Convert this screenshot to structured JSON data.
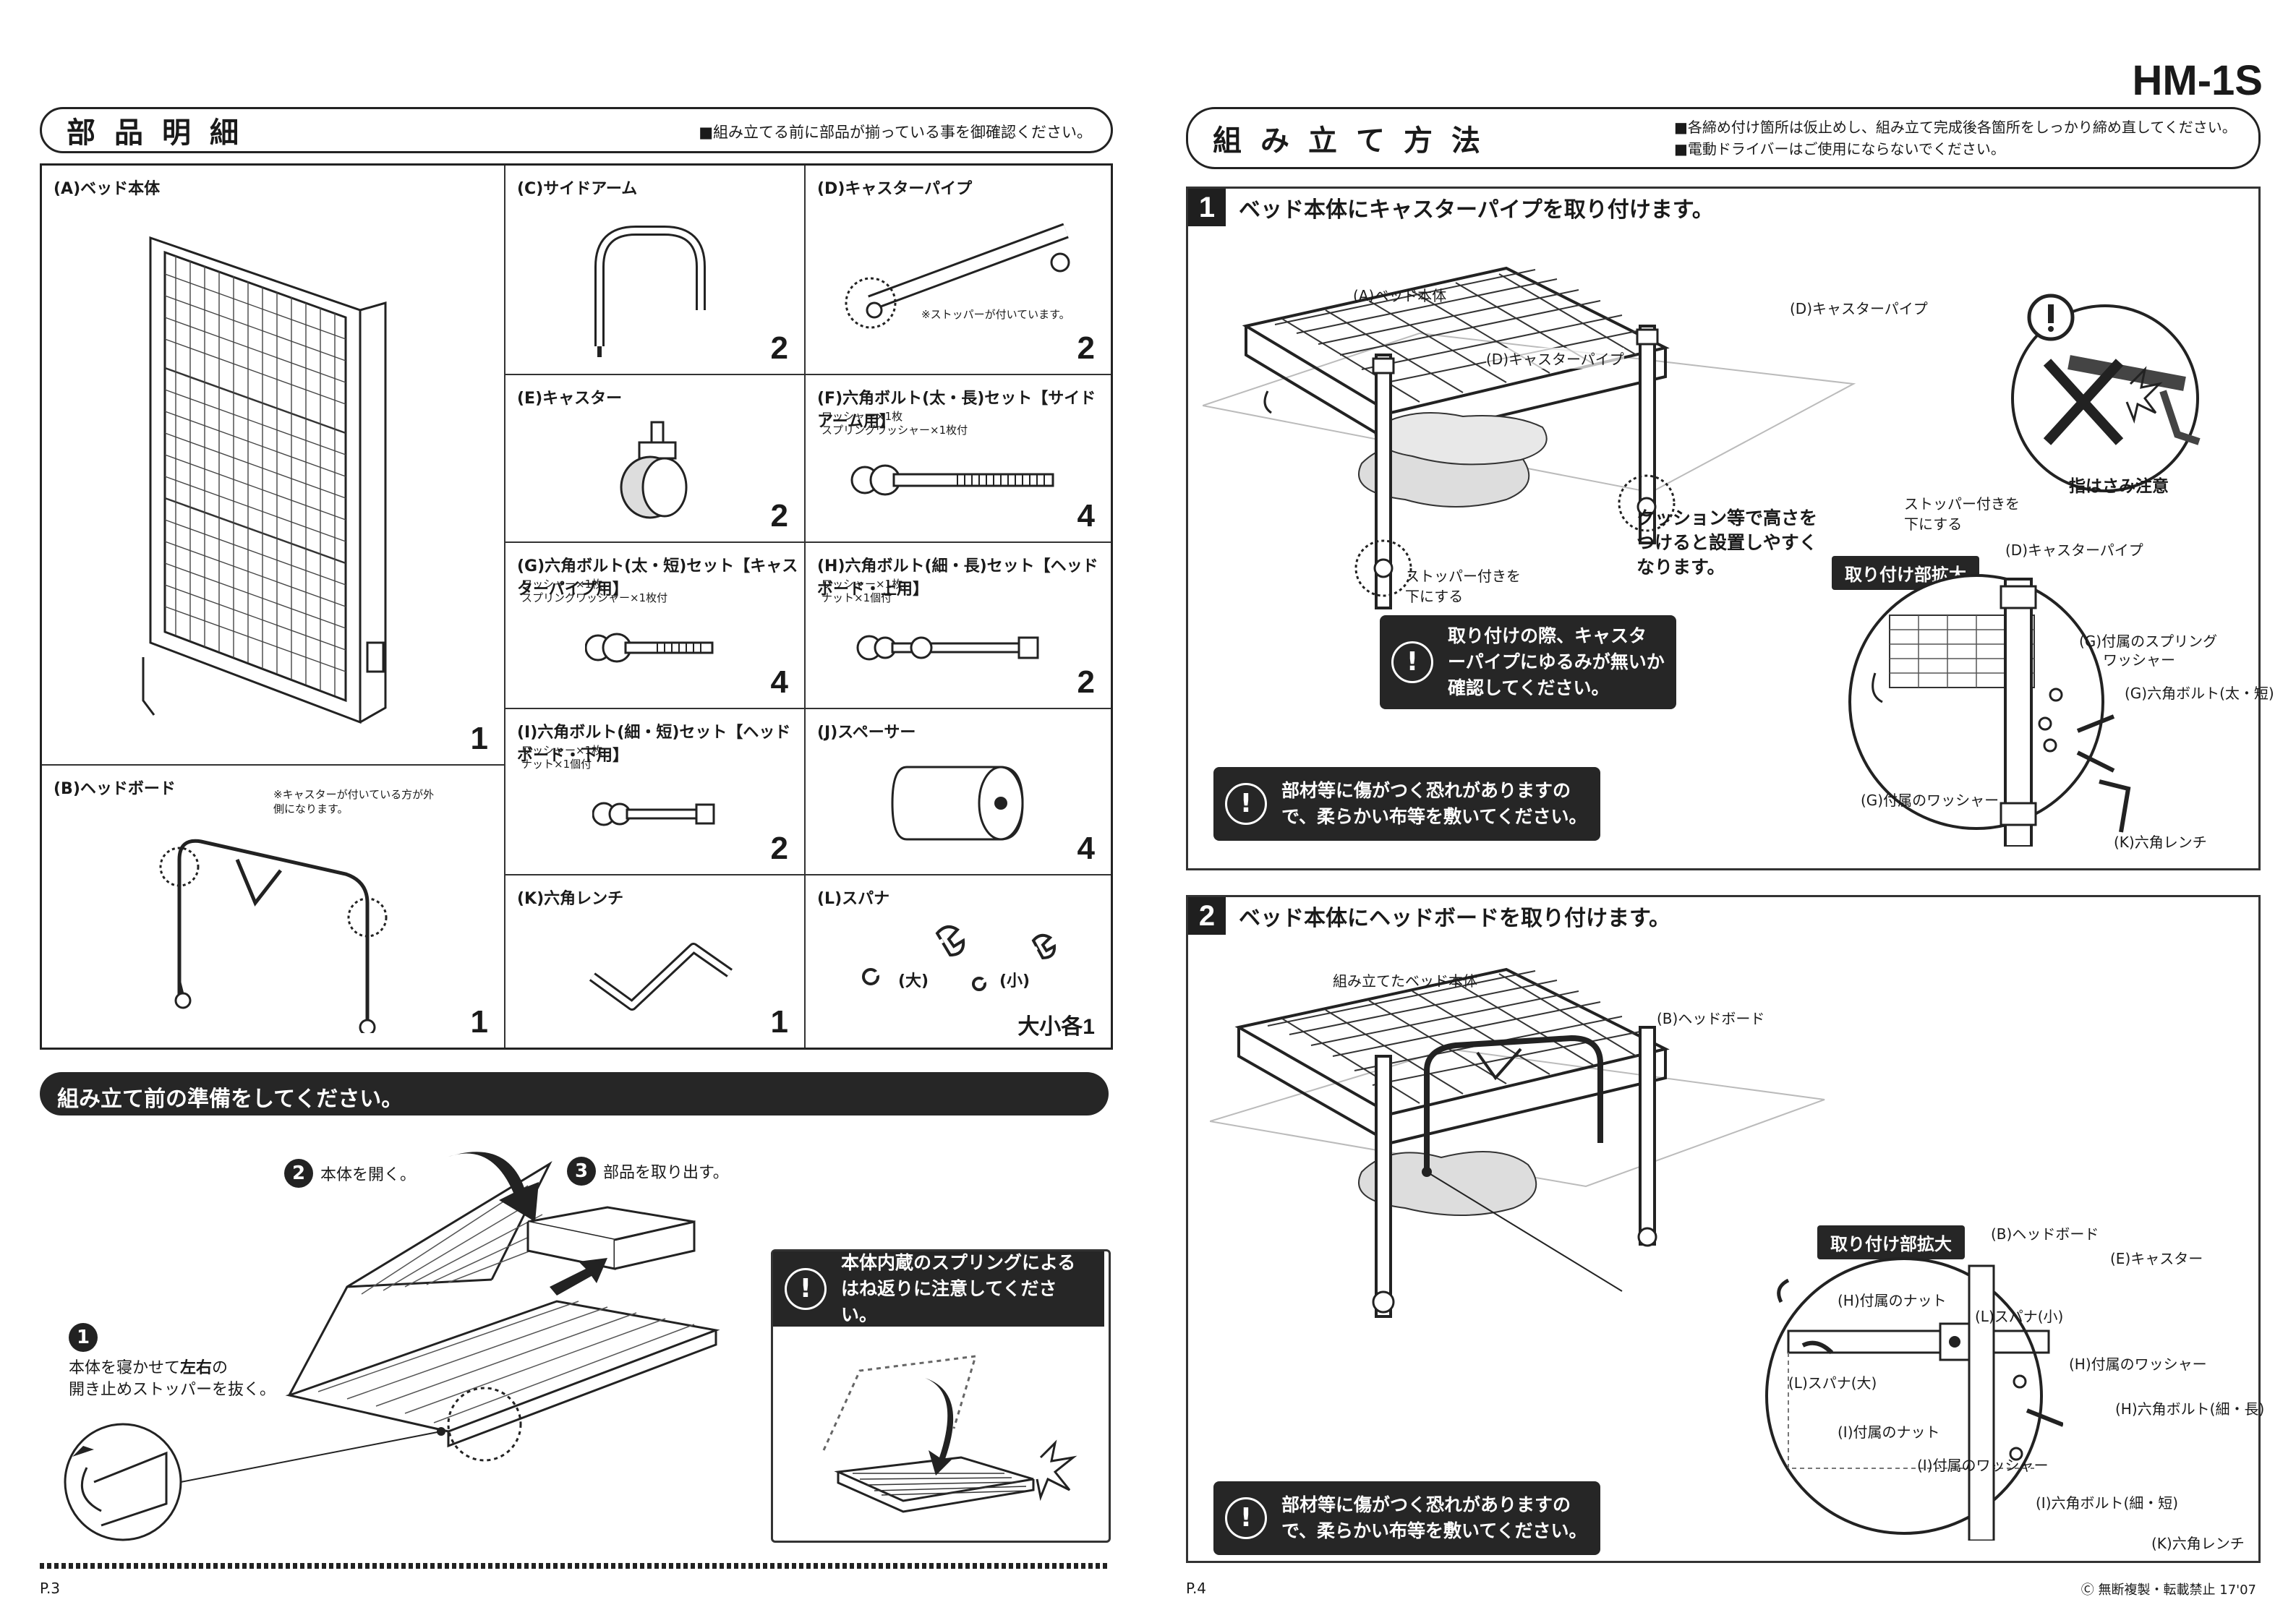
{
  "model": "HM-1S",
  "left": {
    "parts_header": "部品明細",
    "parts_note": "■組み立てる前に部品が揃っている事を御確認ください。",
    "parts": {
      "A": {
        "label": "(A)ベッド本体",
        "qty": "1"
      },
      "B": {
        "label": "(B)ヘッドボード",
        "note": "※キャスターが付いている方が外側になります。",
        "qty": "1"
      },
      "C": {
        "label": "(C)サイドアーム",
        "qty": "2"
      },
      "D": {
        "label": "(D)キャスターパイプ",
        "note": "※ストッパーが付いています。",
        "qty": "2"
      },
      "E": {
        "label": "(E)キャスター",
        "qty": "2"
      },
      "F": {
        "label": "(F)六角ボルト(太・長)セット【サイドアーム用】",
        "sub1": "ワッシャー×1枚",
        "sub2": "スプリングワッシャー×1枚付",
        "qty": "4"
      },
      "G": {
        "label": "(G)六角ボルト(太・短)セット【キャスターパイプ用】",
        "sub1": "ワッシャー×1枚",
        "sub2": "スプリングワッシャー×1枚付",
        "qty": "4"
      },
      "H": {
        "label": "(H)六角ボルト(細・長)セット【ヘッドボード・上用】",
        "sub1": "ワッシャー×1枚",
        "sub2": "ナット×1個付",
        "qty": "2"
      },
      "I": {
        "label": "(I)六角ボルト(細・短)セット【ヘッドボード・下用】",
        "sub1": "ワッシャー×1枚",
        "sub2": "ナット×1個付",
        "qty": "2"
      },
      "J": {
        "label": "(J)スペーサー",
        "qty": "4"
      },
      "K": {
        "label": "(K)六角レンチ",
        "qty": "1"
      },
      "L": {
        "label": "(L)スパナ",
        "large": "(大)",
        "small": "(小)",
        "qty": "大小各1"
      }
    },
    "prep_title": "組み立て前の準備をしてください。",
    "prep_step1_num": "1",
    "prep_step1_text1": "本体を寝かせて",
    "prep_step1_text_bold": "左右",
    "prep_step1_text2": "の",
    "prep_step1_text3": "開き止めストッパーを抜く。",
    "prep_step2_num": "2",
    "prep_step2_text": "本体を開く。",
    "prep_step3_num": "3",
    "prep_step3_text": "部品を取り出す。",
    "prep_warning": "本体内蔵のスプリングによるはね返りに注意してください。",
    "page": "P.3"
  },
  "right": {
    "assembly_header": "組み立て方法",
    "assembly_note1": "■各締め付け箇所は仮止めし、組み立て完成後各箇所をしっかり締め直してください。",
    "assembly_note2": "■電動ドライバーはご使用にならないでください。",
    "step1": {
      "num": "1",
      "title": "ベッド本体にキャスターパイプを取り付けます。",
      "label_bed": "(A)ベッド本体",
      "label_pipe1": "(D)キャスターパイプ",
      "label_pipe2": "(D)キャスターパイプ",
      "stopper_left1": "ストッパー付きを",
      "stopper_left2": "下にする",
      "stopper_right1": "ストッパー付きを",
      "stopper_right2": "下にする",
      "cushion1": "クッション等で高さを",
      "cushion2": "つけると設置しやすく",
      "cushion3": "なります。",
      "pinch": "指はさみ注意",
      "zoom_tag": "取り付け部拡大",
      "zoom_pipe": "(D)キャスターパイプ",
      "zoom_spring1": "(G)付属のスプリング",
      "zoom_spring2": "ワッシャー",
      "zoom_bolt": "(G)六角ボルト(太・短)",
      "zoom_washer": "(G)付属のワッシャー",
      "zoom_wrench": "(K)六角レンチ",
      "warn1": "取り付けの際、キャスターパイプにゆるみが無いか確認してください。",
      "warn2": "部材等に傷がつく恐れがありますので、柔らかい布等を敷いてください。"
    },
    "step2": {
      "num": "2",
      "title": "ベッド本体にヘッドボードを取り付けます。",
      "label_bed": "組み立てたベッド本体",
      "label_head": "(B)ヘッドボード",
      "zoom_tag": "取り付け部拡大",
      "z_head": "(B)ヘッドボード",
      "z_caster": "(E)キャスター",
      "z_h_nut": "(H)付属のナット",
      "z_spanner_small": "(L)スパナ(小)",
      "z_h_washer": "(H)付属のワッシャー",
      "z_spanner_large": "(L)スパナ(大)",
      "z_h_bolt": "(H)六角ボルト(細・長)",
      "z_i_nut": "(I)付属のナット",
      "z_i_washer": "(I)付属のワッシャー",
      "z_i_bolt": "(I)六角ボルト(細・短)",
      "z_wrench": "(K)六角レンチ",
      "warn": "部材等に傷がつく恐れがありますので、柔らかい布等を敷いてください。"
    },
    "page": "P.4",
    "copyright": "Ⓒ 無断複製・転載禁止 17'07"
  }
}
